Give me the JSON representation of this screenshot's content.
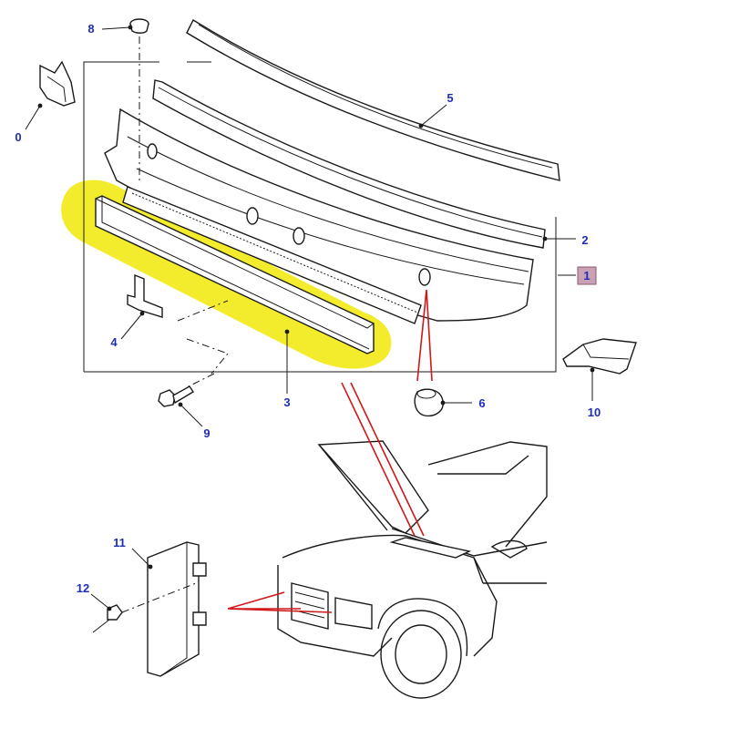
{
  "diagram": {
    "callouts": {
      "c1": "1",
      "c2": "2",
      "c3": "3",
      "c4": "4",
      "c5": "5",
      "c6": "6",
      "c8": "8",
      "c9": "9",
      "c10": "10",
      "c10_cut": "0",
      "c11": "11",
      "c12": "12"
    },
    "colors": {
      "highlight": "#f2ea1a",
      "callout_text": "#1f2fb4",
      "leader_red": "#d01818",
      "selected_box": "#c9a0b4"
    }
  }
}
